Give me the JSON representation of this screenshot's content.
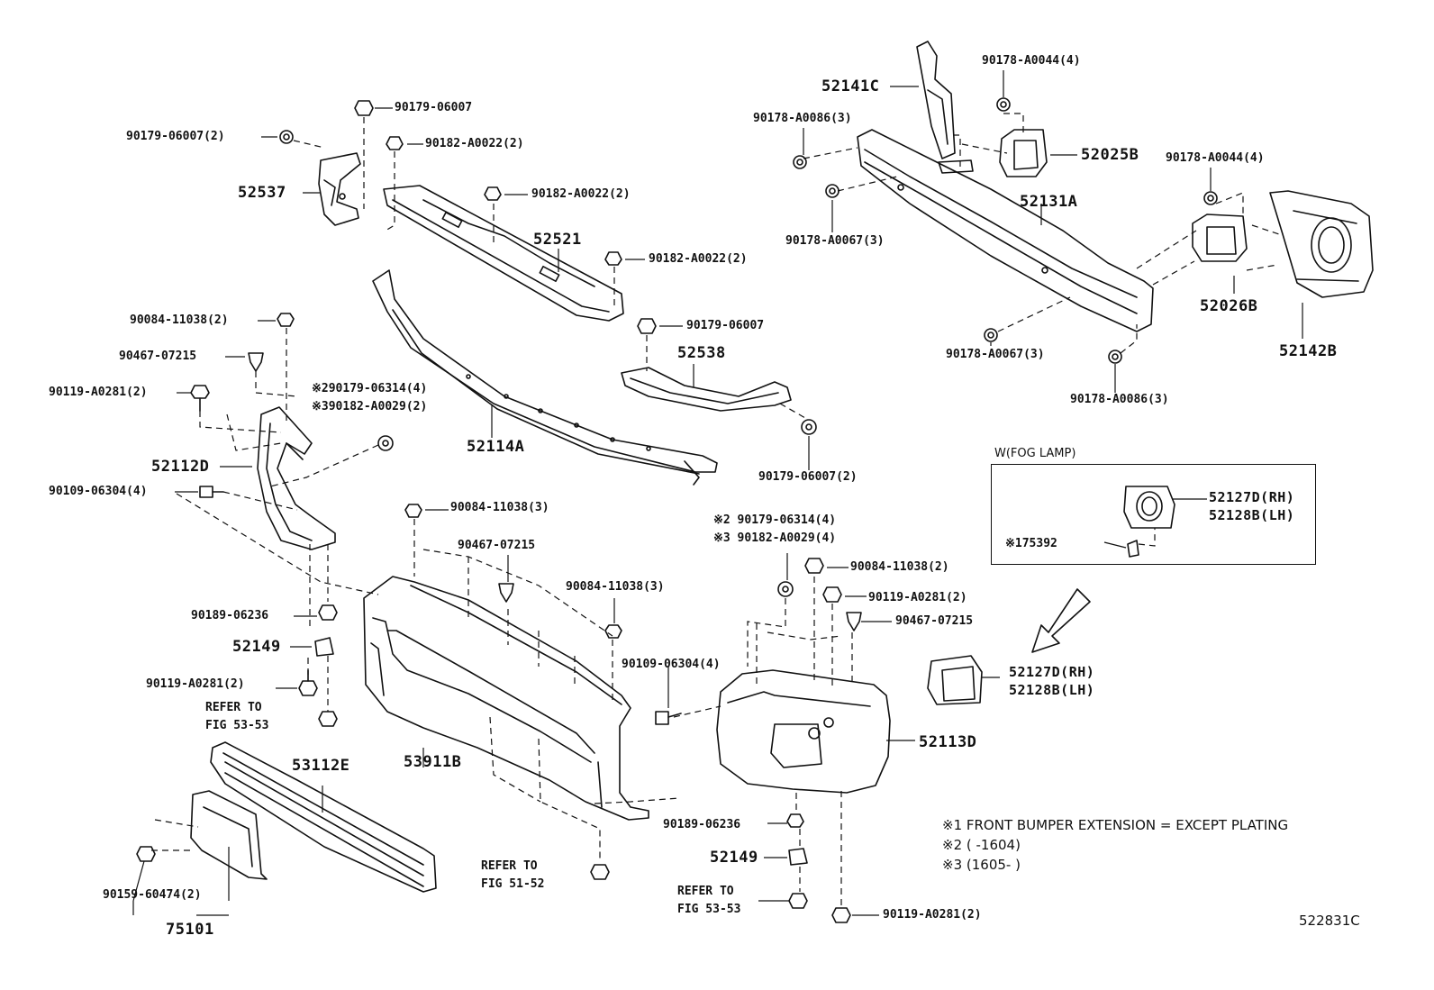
{
  "labels": {
    "n90179_06007_top": "90179-06007",
    "n90179_06007_2_left": "90179-06007(2)",
    "n90182_a0022_2_a": "90182-A0022(2)",
    "n52537": "52537",
    "n90182_a0022_2_b": "90182-A0022(2)",
    "n52521": "52521",
    "n90182_a0022_2_c": "90182-A0022(2)",
    "n90179_06007_mid": "90179-06007",
    "n52538": "52538",
    "n90084_11038_2_left": "90084-11038(2)",
    "n90467_07215_left": "90467-07215",
    "n90119_a0281_2_left": "90119-A0281(2)",
    "n_note2_90179_06314_4_left": "※290179-06314(4)",
    "n_note3_90182_a0029_2_left": "※390182-A0029(2)",
    "n52114a": "52114A",
    "n52112d": "52112D",
    "n90109_06304_4_left": "90109-06304(4)",
    "n90179_06007_2_right": "90179-06007(2)",
    "n90084_11038_3_a": "90084-11038(3)",
    "n90467_07215_mid": "90467-07215",
    "n90084_11038_3_b": "90084-11038(3)",
    "n90189_06236_left": "90189-06236",
    "n52149_left": "52149",
    "n90119_a0281_2_leftb": "90119-A0281(2)",
    "refer_to_left": "REFER TO",
    "fig_53_53_left": "FIG 53-53",
    "n53112e": "53112E",
    "n53911b": "53911B",
    "n90159_60474_2": "90159-60474(2)",
    "n75101": "75101",
    "n90109_06304_4_mid": "90109-06304(4)",
    "n_note2_90179_06314_4_right": "※2 90179-06314(4)",
    "n_note3_90182_a0029_4_right": "※3 90182-A0029(4)",
    "n90084_11038_2_right": "90084-11038(2)",
    "n90119_a0281_2_right": "90119-A0281(2)",
    "n90467_07215_right": "90467-07215",
    "n52113d": "52113D",
    "n90189_06236_right": "90189-06236",
    "n52149_right": "52149",
    "refer_to_mid": "REFER TO",
    "fig_51_52": "FIG 51-52",
    "refer_to_right": "REFER TO",
    "fig_53_53_right": "FIG 53-53",
    "n90119_a0281_2_bottom": "90119-A0281(2)",
    "n52141c": "52141C",
    "n90178_a0044_4_top": "90178-A0044(4)",
    "n90178_a0086_3_top": "90178-A0086(3)",
    "n52025b": "52025B",
    "n52131a": "52131A",
    "n90178_a0044_4_right": "90178-A0044(4)",
    "n90178_a0067_3_top": "90178-A0067(3)",
    "n52026b": "52026B",
    "n52142b": "52142B",
    "n90178_a0067_3_bottom": "90178-A0067(3)",
    "n90178_a0086_3_bottom": "90178-A0086(3)",
    "fog_lamp_title": "W(FOG LAMP)",
    "n52127d_rh_box": "52127D(RH)",
    "n52128b_lh_box": "52128B(LH)",
    "n_note1_175392": "※175392",
    "n52127d_rh": "52127D(RH)",
    "n52128b_lh": "52128B(LH)",
    "note1": "※1 FRONT BUMPER EXTENSION = EXCEPT PLATING",
    "note2": "※2 (        -1604)",
    "note3": "※3 (1605-        )",
    "diagram_id": "522831C"
  }
}
